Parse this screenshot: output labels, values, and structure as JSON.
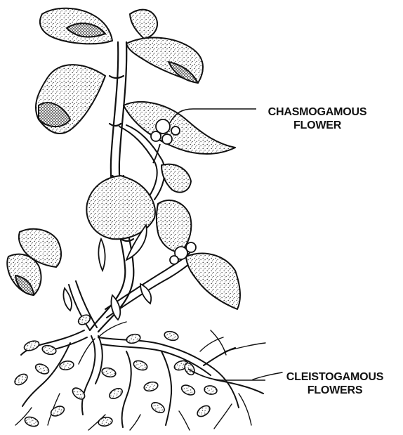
{
  "diagram": {
    "labels": {
      "chasmogamous": {
        "line1": "CHASMOGAMOUS",
        "line2": "FLOWER"
      },
      "cleistogamous": {
        "line1": "CLEISTOGAMOUS",
        "line2": "FLOWERS"
      }
    }
  },
  "colors": {
    "ink": "#111111",
    "background": "#ffffff"
  }
}
